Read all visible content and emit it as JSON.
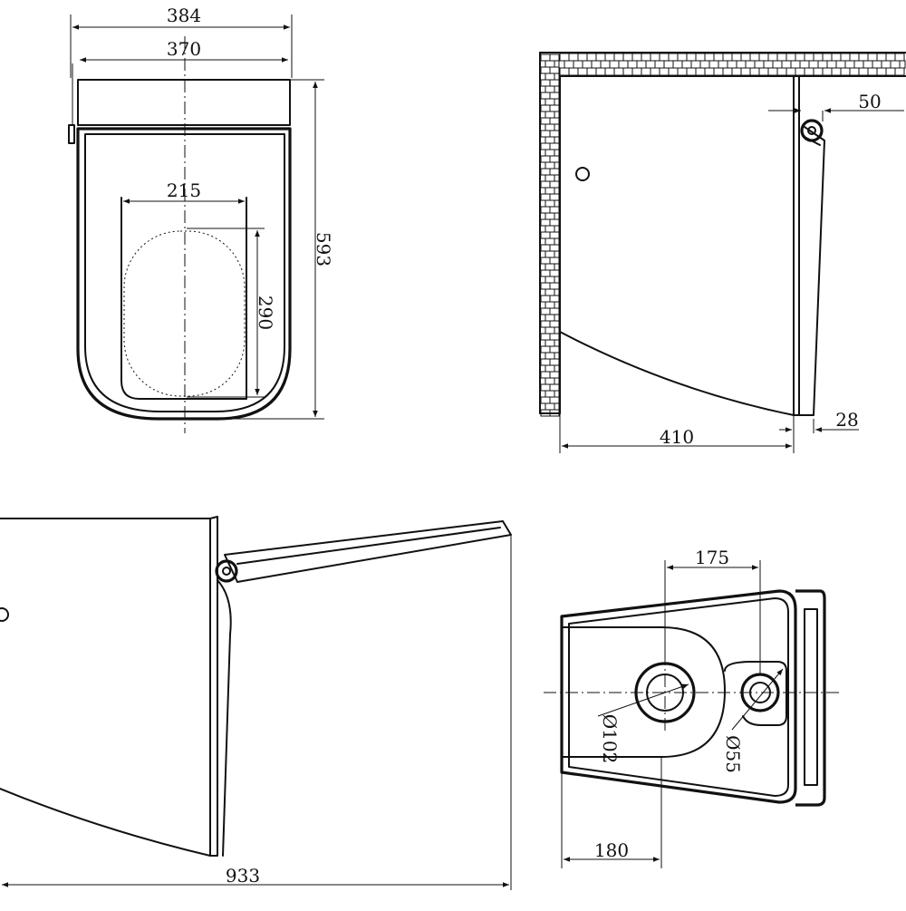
{
  "drawing": {
    "top_view": {
      "overall_width": "384",
      "tank_width": "370",
      "seat_width": "215",
      "seat_length": "290",
      "overall_length": "593"
    },
    "side_view": {
      "lid_offset": "50",
      "bowl_projection": "410",
      "seat_thickness": "28"
    },
    "open_view": {
      "height_with_lid_open": "933"
    },
    "bottom_view": {
      "outlet_offset": "175",
      "drain_offset": "180",
      "outlet_diameter": "Ø102",
      "inlet_diameter": "Ø55"
    }
  }
}
